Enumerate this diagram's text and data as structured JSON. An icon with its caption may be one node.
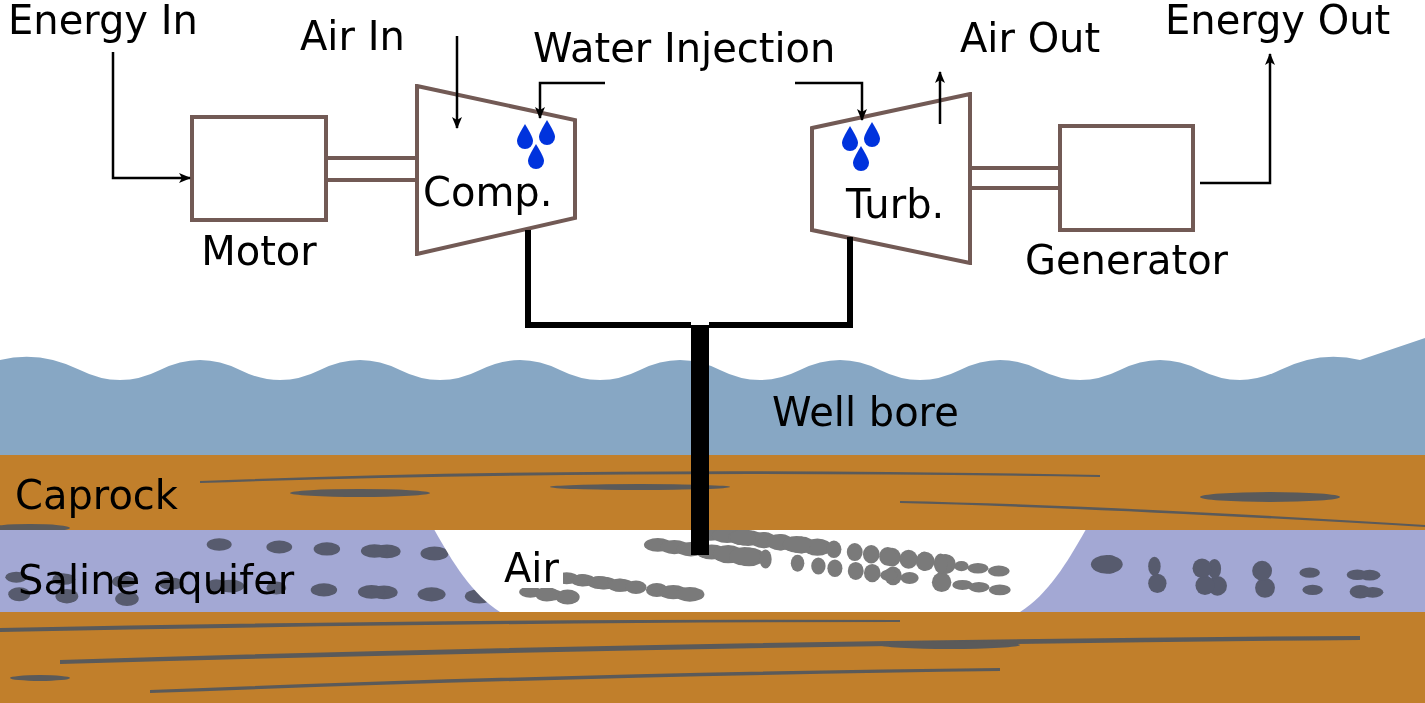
{
  "diagram": {
    "nodes": [
      {
        "text": [
          "Energy In"
        ]
      },
      {
        "text": [
          "Air In"
        ]
      },
      {
        "text": [
          "Water Injection"
        ]
      },
      {
        "text": [
          "Air Out"
        ]
      },
      {
        "text": [
          "Energy Out"
        ]
      },
      {
        "text": [
          "Motor"
        ]
      },
      {
        "text": [
          "Comp."
        ]
      },
      {
        "text": [
          "Turb."
        ]
      },
      {
        "text": [
          "Generator"
        ]
      },
      {
        "text": [],
        "shape": "bar"
      },
      {
        "text": [
          "Caprock"
        ]
      },
      {
        "text": [
          "Saline aquifer"
        ]
      },
      {
        "text": [
          "Air"
        ],
        "in": 11
      }
    ],
    "edges": [
      {
        "from": 0,
        "to": 5,
        "arrow": "to"
      },
      {
        "from": 5,
        "to": 6,
        "arrow": "none",
        "color": "#725a55"
      },
      {
        "from": 1,
        "to": 6,
        "arrow": "to"
      },
      {
        "from": 2,
        "to": 6,
        "arrow": "to"
      },
      {
        "from": 2,
        "to": 7,
        "arrow": "to"
      },
      {
        "from": 7,
        "to": 3,
        "arrow": "to"
      },
      {
        "from": 7,
        "to": 8,
        "arrow": "none",
        "color": "#725a55"
      },
      {
        "from": 8,
        "to": 4,
        "arrow": "to"
      },
      {
        "from": 6,
        "to": 9,
        "arrow": "none",
        "style": "thick"
      },
      {
        "from": 7,
        "to": 9,
        "arrow": "none",
        "style": "thick"
      }
    ],
    "labels": [
      "Well bore"
    ]
  }
}
